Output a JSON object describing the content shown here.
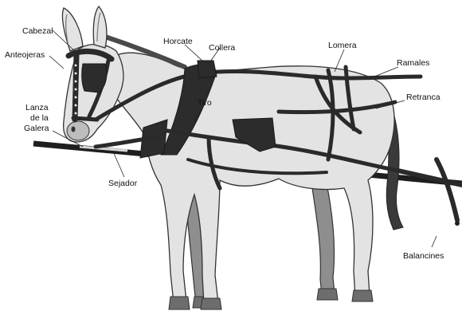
{
  "labels": {
    "cabezal": "Cabezal",
    "anteojeras": "Anteojeras",
    "horcate": "Horcate",
    "collera": "Collera",
    "lomera": "Lomera",
    "ramales": "Ramales",
    "retranca": "Retranca",
    "tiro": "Tiro",
    "lanza_line1": "Lanza",
    "lanza_line2": "de la",
    "lanza_line3": "Galera",
    "sejador": "Sejador",
    "balancines": "Balancines"
  }
}
